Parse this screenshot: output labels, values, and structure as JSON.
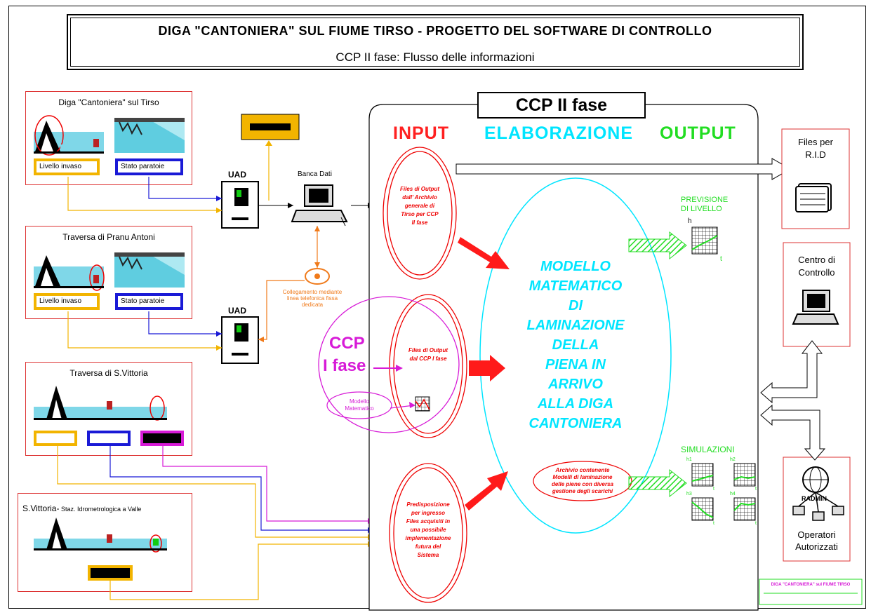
{
  "title": {
    "main": "DIGA \"CANTONIERA\" SUL FIUME TIRSO - PROGETTO DEL SOFTWARE DI CONTROLLO",
    "sub": "CCP II fase: Flusso delle informazioni"
  },
  "panels": {
    "p1": {
      "title": "Diga \"Cantoniera\" sul Tirso",
      "level": "Livello invaso",
      "gates": "Stato paratoie"
    },
    "p2": {
      "title": "Traversa di Pranu Antoni",
      "level": "Livello invaso",
      "gates": "Stato paratoie"
    },
    "p3": {
      "title": "Traversa di S.Vittoria"
    },
    "p4": {
      "title_main": "S.Vittoria-",
      "title_sub": " Staz. Idrometrologica a Valle"
    }
  },
  "uad_label": "UAD",
  "banca_dati": "Banca Dati",
  "telephone_note": [
    "Collegamento mediante",
    "linea telefonica fissa",
    "dedicata"
  ],
  "ccp_header": "CCP II fase",
  "columns": {
    "input": "INPUT",
    "elab": "ELABORAZIONE",
    "output": "OUTPUT"
  },
  "input_ellipses": {
    "e1": [
      "Files di Output",
      "dall' Archivio",
      "generale di",
      "Tirso per CCP",
      "II fase"
    ],
    "e2": [
      "Files di Output",
      "dal CCP I fase"
    ],
    "e3": [
      "Predisposizione",
      "per ingresso",
      "Files acquisiti in",
      "una possibile",
      "implementazione",
      "futura del",
      "Sistema"
    ]
  },
  "ccp1": {
    "label_a": "CCP",
    "label_b": "I fase",
    "modello": [
      "Modello",
      "Matematico"
    ]
  },
  "model_text": [
    "MODELLO",
    "MATEMATICO",
    "DI",
    "LAMINAZIONE",
    "DELLA",
    "PIENA  IN",
    "ARRIVO",
    "ALLA DIGA",
    "CANTONIERA"
  ],
  "archive_text": [
    "Archivio contenente",
    "Modelli di laminazione",
    "delle piene  con diversa",
    "gestione degli scarichi"
  ],
  "previsione": [
    "PREVISIONE",
    "DI LIVELLO"
  ],
  "simulazioni": "SIMULAZIONI",
  "axis_h": "h",
  "axis_t": "t",
  "sim_labels": [
    "h1",
    "h2",
    "h3",
    "h4"
  ],
  "right": {
    "files_rid": [
      "Files per",
      "R.I.D"
    ],
    "centro": [
      "Centro di",
      "Controllo"
    ],
    "radmin": "RADMIN",
    "operatori": [
      "Operatori",
      "Autorizzati"
    ]
  },
  "stamp": "DIGA \"CANTONIERA\" sul FIUME TIRSO",
  "colors": {
    "red": "#ff2020",
    "cyan": "#00e5ff",
    "green": "#22dd22",
    "yellow": "#f2b400",
    "blue": "#1a1ad6",
    "magenta": "#d71bd7",
    "orange": "#f07a1a"
  }
}
